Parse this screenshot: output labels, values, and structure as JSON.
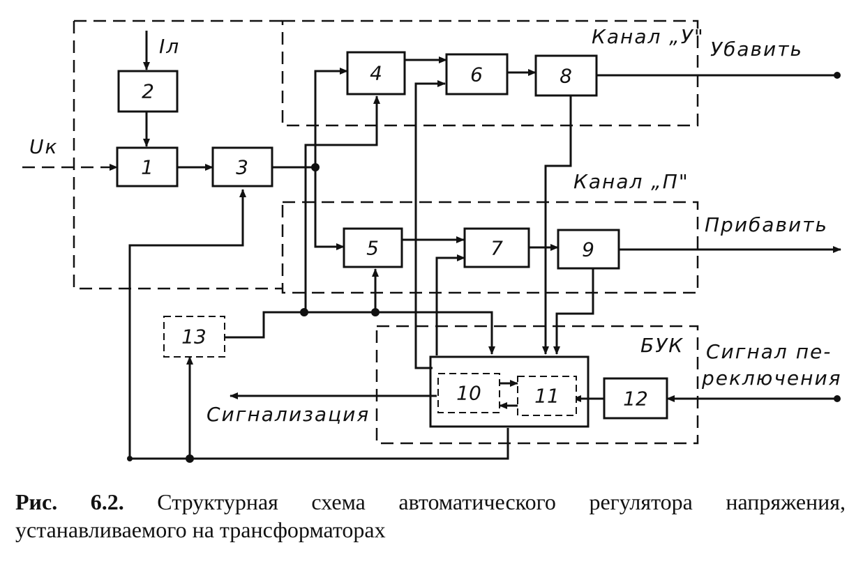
{
  "blocks": [
    {
      "id": "1",
      "label": "1"
    },
    {
      "id": "2",
      "label": "2"
    },
    {
      "id": "3",
      "label": "3"
    },
    {
      "id": "4",
      "label": "4"
    },
    {
      "id": "5",
      "label": "5"
    },
    {
      "id": "6",
      "label": "6"
    },
    {
      "id": "7",
      "label": "7"
    },
    {
      "id": "8",
      "label": "8"
    },
    {
      "id": "9",
      "label": "9"
    },
    {
      "id": "10",
      "label": "10"
    },
    {
      "id": "11",
      "label": "11"
    },
    {
      "id": "12",
      "label": "12"
    },
    {
      "id": "13",
      "label": "13"
    }
  ],
  "labels": {
    "input_uk": "Uк",
    "input_il": "Iл",
    "channel_u": "Канал „У\"",
    "channel_p": "Канал „П\"",
    "out_decrease": "Убавить",
    "out_increase": "Прибавить",
    "buk": "БУК",
    "switch_signal_1": "Сигнал пе-",
    "switch_signal_2": "реключения",
    "signaling": "Сигнализация"
  },
  "caption": {
    "prefix": "Рис. 6.2.",
    "text": "Структурная схема автоматического регулятора напряжения, устанавливаемого на трансформаторах"
  }
}
